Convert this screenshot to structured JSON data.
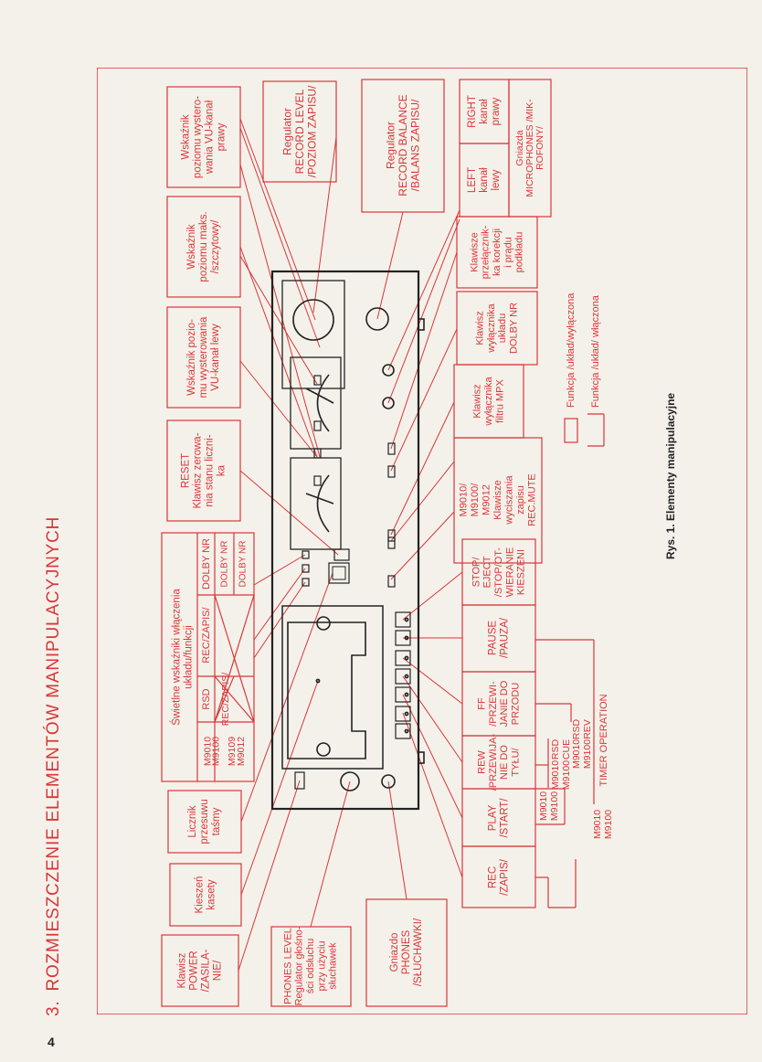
{
  "heading": {
    "number": "3.",
    "title": "ROZMIESZCZENIE ELEMENTÓW MANIPULACYJNYCH"
  },
  "page_number": "4",
  "caption": "Rys. 1.  Elementy manipulacyjne",
  "labels": {
    "vu_right": [
      "Wskaźnik",
      "poziomu wystero-",
      "wania VU-kanał",
      "prawy"
    ],
    "record_level": [
      "Regulator",
      "RECORD LEVEL",
      "/POZIOM ZAPISU/"
    ],
    "record_balance": [
      "Regulator",
      "RECORD BALANCE",
      "/BALANS ZAPISU/"
    ],
    "left_channel": [
      "LEFT",
      "kanał",
      "lewy"
    ],
    "right_channel": [
      "RIGHT",
      "kanał",
      "prawy"
    ],
    "microphones": [
      "Gniazda",
      "MICROPHONES /MIK-",
      "ROFONY/"
    ],
    "peak_indicator": [
      "Wskaźnik",
      "poziomu maks.",
      "/szczytowy/"
    ],
    "correction_switch": [
      "Klawisze",
      "przełącznik-",
      "ka korekcji",
      "i prądu",
      "podkładu"
    ],
    "vu_left": [
      "Wskaźnik pozio-",
      "mu wysterowania",
      "VU-kanał lewy"
    ],
    "dolby_switch": [
      "Klawisz",
      "wyłącznika",
      "układu",
      "DOLBY NR"
    ],
    "mpx_switch": [
      "Klawisz",
      "wyłącznika",
      "filtru MPX"
    ],
    "reset": [
      "RESET",
      "Klawisz zerowa-",
      "nia stanu liczni-",
      "ka"
    ],
    "rec_mute": [
      "M9010/",
      "M9100/",
      "M9012",
      "Klawisze",
      "wyciszania",
      "zapisu",
      "REC.MUTE"
    ],
    "legend_on": "Funkcja /układ/wyłączona",
    "legend_off": "Funkcja /układ/ włączona",
    "indicators_title": [
      "Świetlne wskaźniki włączenia",
      "układu/funkcji"
    ],
    "table": {
      "h_rsd": "RSD",
      "h_rec": "REC/ZAPIS/",
      "h_dolby": "DOLBY NR",
      "row1_models": [
        "M9010",
        "M9100"
      ],
      "row2_models": [
        "M9109",
        "M9012"
      ],
      "row2_rec": "REC/ZAPIS/",
      "row2_dolby_a": "DOLBY NR",
      "row2_dolby_b": "DOLBY NR"
    },
    "stop": [
      "STOP/",
      "EJECT",
      "/STOP/OT-",
      "WIERANIE",
      "KIESZENI"
    ],
    "pause": [
      "PAUSE",
      "/PAUZA/"
    ],
    "ff": [
      "FF",
      "/PRZEWI-",
      "JANIE DO",
      "PRZODU"
    ],
    "rew": [
      "REW",
      "/PRZEWIJA-",
      "NIE DO",
      "TYŁU/"
    ],
    "play": [
      "PLAY",
      "/START/"
    ],
    "rec": [
      "REC",
      "/ZAPIS/"
    ],
    "counter": [
      "Licznik",
      "przesuwu",
      "taśmy"
    ],
    "cassette": [
      "Kieszeń",
      "kasety"
    ],
    "power": [
      "Klawisz",
      "POWER",
      "/ZASILA-",
      "NIE/"
    ],
    "phones_level": [
      "PHONES LEVEL",
      "Regulator głośno-",
      "ści odsłuchu",
      "przy użyciu",
      "słuchawek"
    ],
    "phones_jack": [
      "Gniazdo",
      "PHONES",
      "/SŁUCHAWKI/"
    ],
    "m_rsd_cue": [
      "M9010",
      "M9100"
    ],
    "rsd_cue": [
      "RSD",
      "CUE"
    ],
    "m_rsd_rev": [
      "M9010",
      "M9100"
    ],
    "rsd_rev": [
      "RSD",
      "REV"
    ],
    "m_timer": [
      "M9010",
      "M9100"
    ],
    "timer": "TIMER OPERATION",
    "play_models": [
      "M9010",
      "M9100"
    ]
  },
  "colors": {
    "red": "#d8373a",
    "ink": "#222222",
    "paper": "#f4f1ea"
  }
}
